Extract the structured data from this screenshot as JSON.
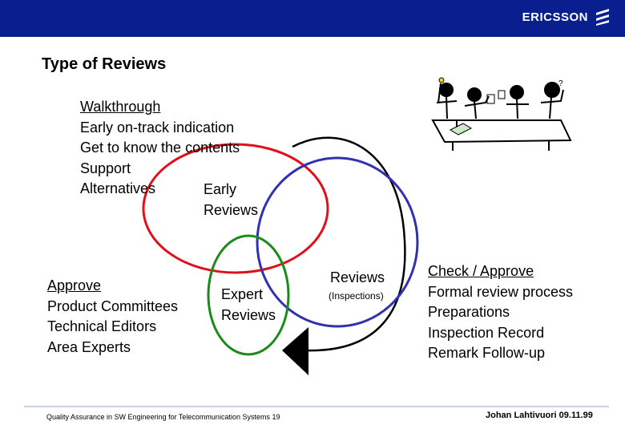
{
  "header": {
    "brand": "ERICSSON",
    "bar_color": "#0a1f8f"
  },
  "title": "Type of Reviews",
  "walkthrough": {
    "heading": "Walkthrough",
    "items": [
      "Early on-track indication",
      "Get to know the contents",
      "Support",
      "Alternatives"
    ]
  },
  "early_reviews": {
    "line1": "Early",
    "line2": "Reviews"
  },
  "approve": {
    "heading": "Approve",
    "items": [
      "Product Committees",
      "Technical Editors",
      "Area Experts"
    ]
  },
  "expert_reviews": {
    "line1": "Expert",
    "line2": "Reviews"
  },
  "reviews": {
    "label": "Reviews",
    "sub": "(Inspections)"
  },
  "check": {
    "heading": "Check / Approve",
    "items": [
      "Formal review process",
      "Preparations",
      "Inspection Record",
      "Remark Follow-up"
    ]
  },
  "footer": {
    "left": "Quality Assurance in SW Engineering for Telecommunication Systems 19",
    "right": "Johan Lahtivuori 09.11.99"
  },
  "colors": {
    "red_circle": "#e0101a",
    "green_circle": "#1a8a1a",
    "blue_circle": "#3030b0",
    "arrow": "#000000"
  },
  "illustration": "meeting-table-clipart-icon"
}
